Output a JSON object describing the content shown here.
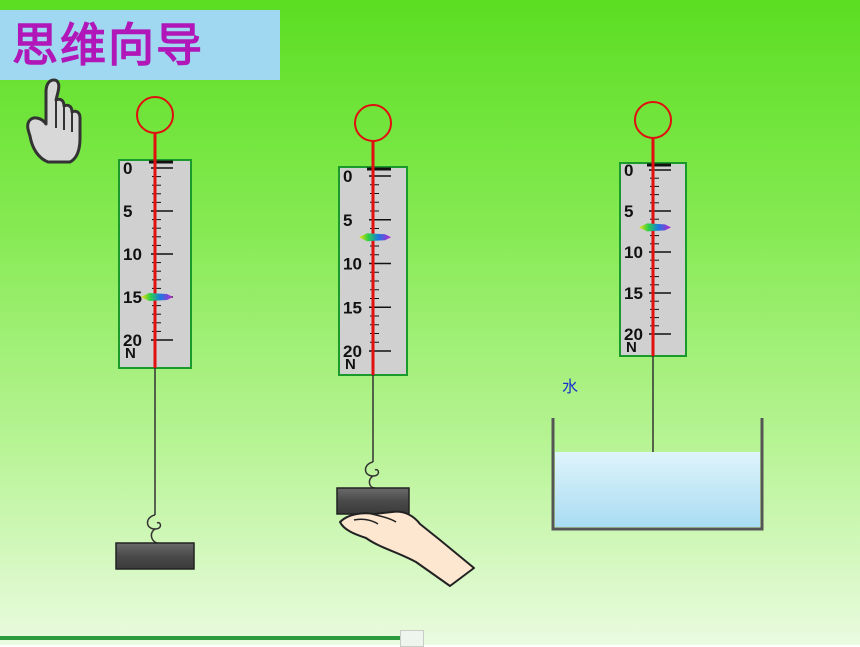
{
  "title": "思维向导",
  "water_label": "水",
  "unit": "N",
  "scale_labels": [
    "0",
    "5",
    "10",
    "15",
    "20"
  ],
  "scales": [
    {
      "name": "scale-in-air",
      "reading": 15,
      "support": "none"
    },
    {
      "name": "scale-hand-supported",
      "reading": 7,
      "support": "hand"
    },
    {
      "name": "scale-in-water",
      "reading": 7,
      "support": "water"
    }
  ],
  "colors": {
    "title_text": "#b016b8",
    "title_background": "#9fd8f0",
    "scale_body": "#d0d0d0",
    "scale_border": "#1a9a2a",
    "spring_rod": "#e01010",
    "block": "#4a4a4a",
    "water": "#bfe6f7"
  },
  "icons": [
    "pointing-hand-icon"
  ]
}
